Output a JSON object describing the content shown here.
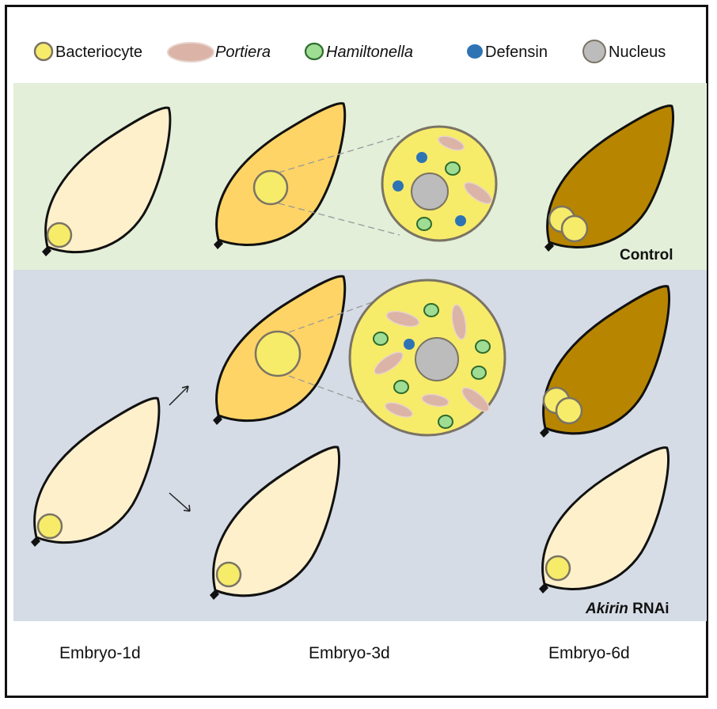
{
  "legend": {
    "bacteriocyte": "Bacteriocyte",
    "portiera": "Portiera",
    "hamiltonella": "Hamiltonella",
    "defensin": "Defensin",
    "nucleus": "Nucleus"
  },
  "panels": {
    "control": {
      "label": "Control"
    },
    "rnai": {
      "label_gene": "Akirin",
      "label_suffix": " RNAi"
    }
  },
  "stages": [
    "Embryo-1d",
    "Embryo-3d",
    "Embryo-6d"
  ],
  "colors": {
    "control_bg": "#e3efd9",
    "rnai_bg": "#d5dce6",
    "embryo_pale": "#fff0cc",
    "embryo_orange": "#ffd466",
    "embryo_brown": "#b88500",
    "bacteriocyte": "#f7eb6a",
    "portiera": "#dbb3a7",
    "hamiltonella": "#9fdc94",
    "defensin": "#2e74b5",
    "nucleus": "#bcbcbc",
    "outline": "#7a7464"
  }
}
